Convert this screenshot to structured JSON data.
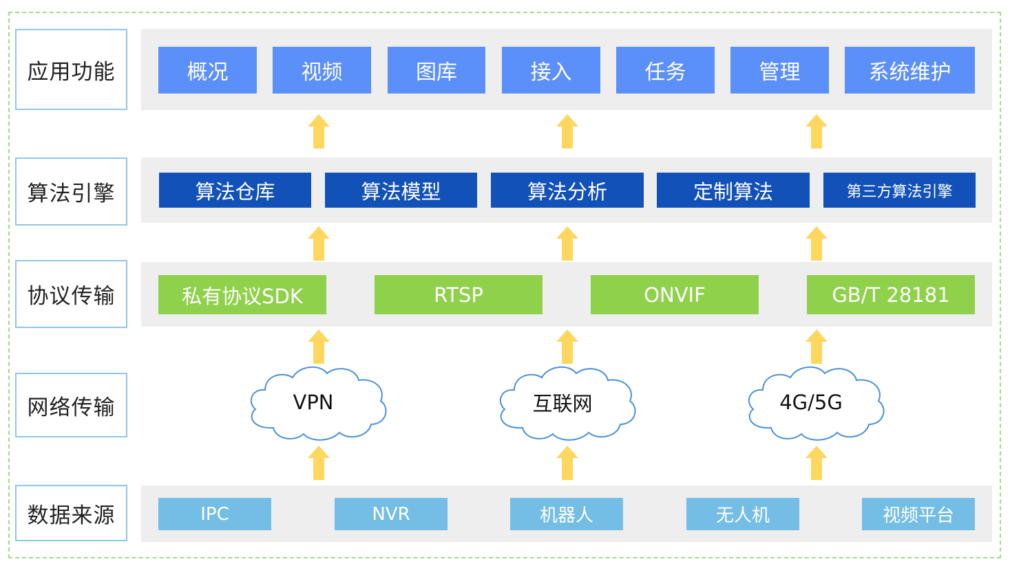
{
  "layers": {
    "application": "应用功能",
    "algorithm": "算法引擎",
    "protocol": "协议传输",
    "network": "网络传输",
    "source": "数据来源"
  },
  "application_items": [
    "概况",
    "视频",
    "图库",
    "接入",
    "任务",
    "管理",
    "系统维护"
  ],
  "algorithm_items": [
    "算法仓库",
    "算法模型",
    "算法分析",
    "定制算法",
    "第三方算法引擎"
  ],
  "protocol_items": [
    "私有协议SDK",
    "RTSP",
    "ONVIF",
    "GB/T 28181"
  ],
  "network_items": [
    "VPN",
    "互联网",
    "4G/5G"
  ],
  "source_items": [
    "IPC",
    "NVR",
    "机器人",
    "无人机",
    "视频平台"
  ],
  "colors": {
    "application_box": "#5b8ff9",
    "algorithm_box": "#1251b7",
    "protocol_box": "#8fd14a",
    "source_box": "#74bde4",
    "arrow": "#ffd75e",
    "cloud_stroke": "#4a90d9",
    "label_border": "#8fc6e8",
    "frame_border": "#a6d98a",
    "band": "#eeeeee"
  }
}
